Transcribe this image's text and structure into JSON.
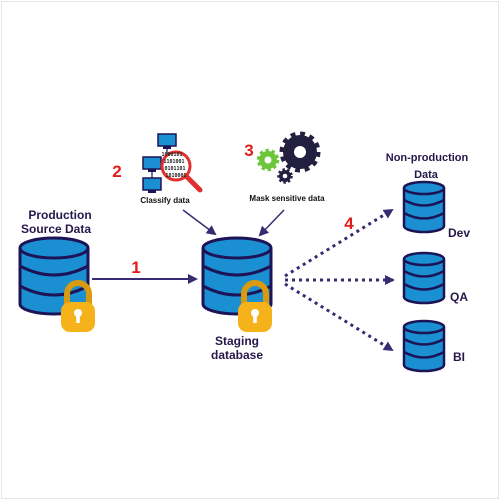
{
  "colors": {
    "db_fill": "#1a8fd1",
    "db_outline": "#1c1457",
    "lock_body": "#f6b21b",
    "lock_shackle": "#d99a10",
    "arrow": "#3a2a73",
    "step_number": "#e31b1b",
    "gear_dark": "#23203f",
    "gear_green": "#6cc63b",
    "magnifier": "#e03030"
  },
  "icons": [
    "database-icon",
    "lock-icon",
    "computer-network-icon",
    "magnifier-icon",
    "gear-icon"
  ],
  "labels": {
    "production_line1": "Production",
    "production_line2": "Source Data",
    "staging_line1": "Staging",
    "staging_line2": "database",
    "nonprod_line1": "Non-production",
    "nonprod_line2": "Data",
    "classify": "Classify data",
    "mask": "Mask sensitive data",
    "dev": "Dev",
    "qa": "QA",
    "bi": "BI"
  },
  "steps": {
    "step1": "1",
    "step2": "2",
    "step3": "3",
    "step4": "4"
  },
  "binary": [
    "1000101",
    "1101001",
    "0101101",
    "1010001"
  ]
}
